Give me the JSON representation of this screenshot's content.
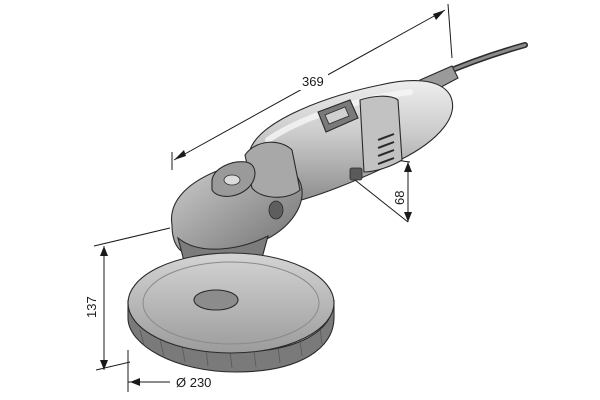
{
  "dimensions": {
    "length": "369",
    "height_body": "68",
    "height_total": "137",
    "pad_diameter": "Ø 230"
  },
  "colors": {
    "body_light": "#d9d9d9",
    "body_mid": "#b8b8b8",
    "body_dark": "#6d6d6d",
    "line": "#1a1a1a"
  }
}
